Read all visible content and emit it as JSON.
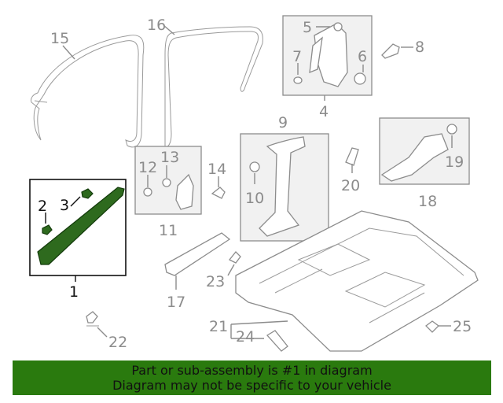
{
  "diagram": {
    "callouts": [
      {
        "id": "1",
        "text": "1",
        "highlighted": true
      },
      {
        "id": "2",
        "text": "2",
        "highlighted": true
      },
      {
        "id": "3",
        "text": "3",
        "highlighted": true
      },
      {
        "id": "4",
        "text": "4",
        "highlighted": false
      },
      {
        "id": "5",
        "text": "5",
        "highlighted": false
      },
      {
        "id": "6",
        "text": "6",
        "highlighted": false
      },
      {
        "id": "7",
        "text": "7",
        "highlighted": false
      },
      {
        "id": "8",
        "text": "8",
        "highlighted": false
      },
      {
        "id": "9",
        "text": "9",
        "highlighted": false
      },
      {
        "id": "10",
        "text": "10",
        "highlighted": false
      },
      {
        "id": "11",
        "text": "11",
        "highlighted": false
      },
      {
        "id": "12",
        "text": "12",
        "highlighted": false
      },
      {
        "id": "13",
        "text": "13",
        "highlighted": false
      },
      {
        "id": "14",
        "text": "14",
        "highlighted": false
      },
      {
        "id": "15",
        "text": "15",
        "highlighted": false
      },
      {
        "id": "16",
        "text": "16",
        "highlighted": false
      },
      {
        "id": "17",
        "text": "17",
        "highlighted": false
      },
      {
        "id": "18",
        "text": "18",
        "highlighted": false
      },
      {
        "id": "19",
        "text": "19",
        "highlighted": false
      },
      {
        "id": "20",
        "text": "20",
        "highlighted": false
      },
      {
        "id": "21",
        "text": "21",
        "highlighted": false
      },
      {
        "id": "22",
        "text": "22",
        "highlighted": false
      },
      {
        "id": "23",
        "text": "23",
        "highlighted": false
      },
      {
        "id": "24",
        "text": "24",
        "highlighted": false
      },
      {
        "id": "25",
        "text": "25",
        "highlighted": false
      }
    ],
    "colors": {
      "highlight_fill": "#2e6a1e",
      "line_gray": "#8c8c8c",
      "banner_bg": "#2a7a0e"
    }
  },
  "banner": {
    "line1": "Part or sub-assembly is #1 in diagram",
    "line2": "Diagram may not be specific to your vehicle"
  }
}
